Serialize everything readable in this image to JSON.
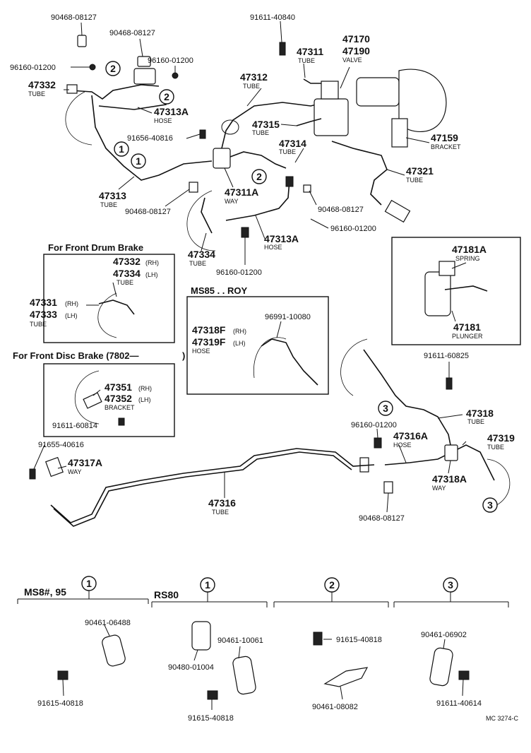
{
  "callouts": {
    "p90468_08127_a": "90468-08127",
    "p90468_08127_b": "90468-08127",
    "p96160_01200_a": "96160-01200",
    "p96160_01200_b": "96160-01200",
    "p47332": "47332",
    "tube_a": "TUBE",
    "p47313A": "47313A",
    "hose_a": "HOSE",
    "p91611_40840": "91611-40840",
    "p47311": "47311",
    "tube_b": "TUBE",
    "p47170": "47170",
    "p47190": "47190",
    "valve": "VALVE",
    "p47312": "47312",
    "tube_c": "TUBE",
    "p47315": "47315",
    "tube_d": "TUBE",
    "p47314": "47314",
    "tube_e": "TUBE",
    "p47159": "47159",
    "bracket_a": "BRACKET",
    "p91656_40816": "91656-40816",
    "p47313": "47313",
    "tube_f": "TUBE",
    "p90468_08127_c": "90468-08127",
    "p47311A": "47311A",
    "way_a": "WAY",
    "p47321": "47321",
    "tube_g": "TUBE",
    "p90468_08127_d": "90468-08127",
    "p96160_01200_c": "96160-01200",
    "p47313A_b": "47313A",
    "hose_b": "HOSE",
    "p47334": "47334",
    "tube_h": "TUBE",
    "p96160_01200_d": "96160-01200"
  },
  "drum_box": {
    "title": "For Front Drum Brake",
    "p47332": "47332",
    "rh": "(RH)",
    "p47334": "47334",
    "lh": "(LH)",
    "tube": "TUBE",
    "p47331": "47331",
    "rh2": "(RH)",
    "p47333": "47333",
    "lh2": "(LH)",
    "tube2": "TUBE"
  },
  "disc_box": {
    "title": "For Front Disc Brake (7802—",
    "close": ")",
    "p47351": "47351",
    "rh": "(RH)",
    "p47352": "47352",
    "lh": "(LH)",
    "bracket": "BRACKET",
    "p91611_60814": "91611-60814"
  },
  "ms85_box": {
    "title": "MS85 . . ROY",
    "p96991_10080": "96991-10080",
    "p47318F": "47318F",
    "rh": "(RH)",
    "p47319F": "47319F",
    "lh": "(LH)",
    "hose": "HOSE"
  },
  "plunger_box": {
    "p47181A": "47181A",
    "spring": "SPRING",
    "p47181": "47181",
    "plunger": "PLUNGER"
  },
  "rear": {
    "p91611_60825": "91611-60825",
    "p47318": "47318",
    "tube_a": "TUBE",
    "p96160_01200": "96160-01200",
    "p47316A": "47316A",
    "hose": "HOSE",
    "p47319": "47319",
    "tube_b": "TUBE",
    "p47318A": "47318A",
    "way": "WAY",
    "p90468_08127": "90468-08127",
    "p91655_40616": "91655-40616",
    "p47317A": "47317A",
    "way2": "WAY",
    "p47316": "47316",
    "tube_c": "TUBE"
  },
  "circles": {
    "one": "1",
    "two": "2",
    "three": "3"
  },
  "bottom": {
    "ms_label": "MS8#, 95",
    "rs_label": "RS80",
    "p90461_06488": "90461-06488",
    "p91615_40818_a": "91615-40818",
    "p90461_10061": "90461-10061",
    "p90480_01004": "90480-01004",
    "p91615_40818_b": "91615-40818",
    "p91615_40818_c": "91615-40818",
    "p90461_08082": "90461-08082",
    "p90461_06902": "90461-06902",
    "p91611_40614": "91611-40614",
    "code": "MC 3274-C"
  }
}
